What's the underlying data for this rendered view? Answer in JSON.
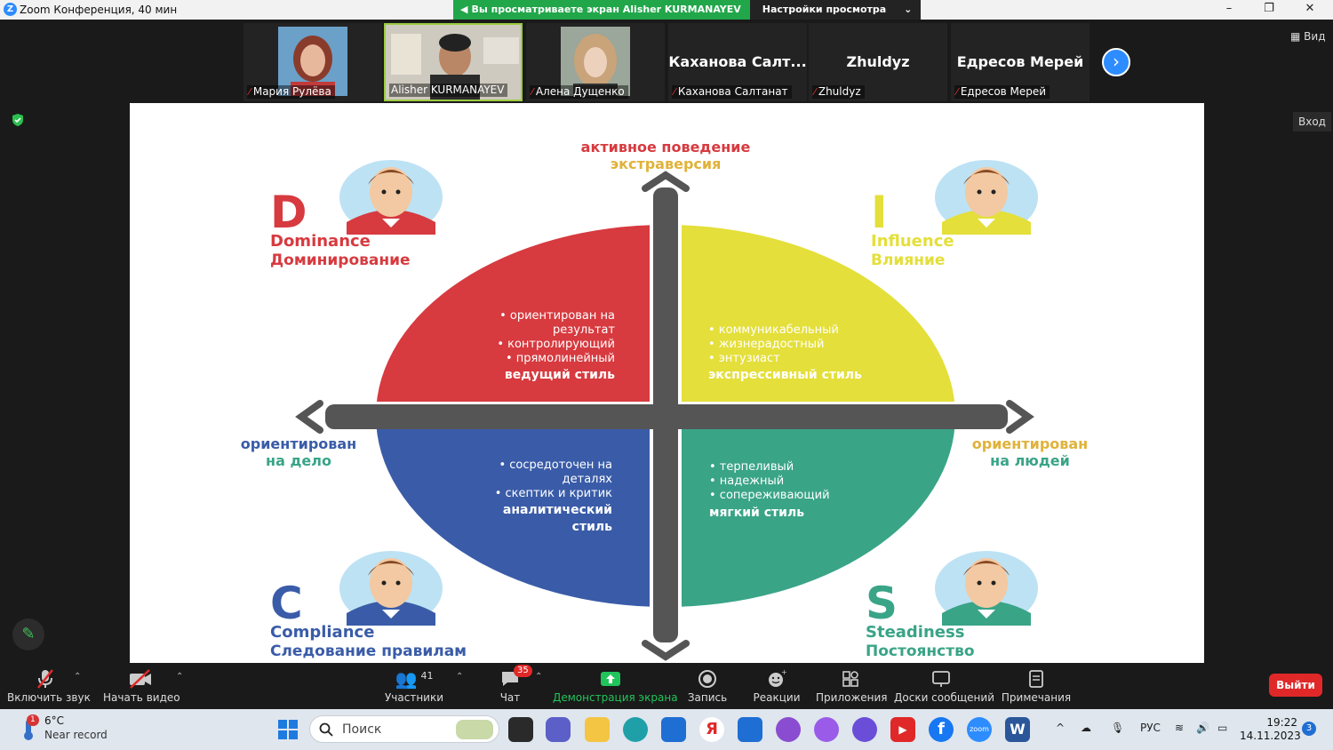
{
  "window": {
    "title": "Zoom Конференция, 40 мин",
    "minimize": "–",
    "restore": "❐",
    "close": "✕"
  },
  "share_banner": {
    "viewing_text": "Вы просматриваете экран Alisher KURMANAYEV",
    "options_label": "Настройки просмотра",
    "options_caret": "⌄"
  },
  "participants_strip": [
    {
      "name": "Мария Рулёва",
      "muted": true,
      "has_video": true
    },
    {
      "name": "Alisher KURMANAYEV",
      "muted": false,
      "has_video": true
    },
    {
      "name": "Алена Дущенко",
      "muted": true,
      "has_video": true
    },
    {
      "name": "Каханова Салтанат",
      "display": "Каханова Салт...",
      "muted": true,
      "has_video": false
    },
    {
      "name": "Zhuldyz",
      "display": "Zhuldyz",
      "muted": true,
      "has_video": false
    },
    {
      "name": "Едресов Мерей",
      "display": "Едресов Мерей",
      "muted": true,
      "has_video": false
    }
  ],
  "top_right": {
    "view_label": "Вид",
    "view_icon": "▦",
    "login_label": "Вход",
    "next_glyph": "›"
  },
  "slide": {
    "top_label_1": "активное поведение",
    "top_label_2": "экстраверсия",
    "left_label_1": "ориентирован",
    "left_label_2": "на дело",
    "right_label_1": "ориентирован",
    "right_label_2": "на людей",
    "quadrants": [
      {
        "letter": "D",
        "en": "Dominance",
        "ru": "Доминирование",
        "color": "#d73a3f",
        "items": [
          "• ориентирован на",
          "результат",
          "• контролирующий",
          "• прямолинейный"
        ],
        "style": "ведущий стиль"
      },
      {
        "letter": "I",
        "en": "Influence",
        "ru": "Влияние",
        "color": "#e4df3a",
        "items": [
          "• коммуникабельный",
          "• жизнерадостный",
          "• энтузиаст"
        ],
        "style": "экспрессивный стиль"
      },
      {
        "letter": "C",
        "en": "Compliance",
        "ru": "Следование правилам",
        "color": "#3a5ca8",
        "items": [
          "• сосредоточен на",
          "деталях",
          "• скептик и критик"
        ],
        "style_lines": [
          "аналитический",
          "стиль"
        ]
      },
      {
        "letter": "S",
        "en": "Steadiness",
        "ru": "Постоянство",
        "color": "#3aa487",
        "items": [
          "• терпеливый",
          "• надежный",
          "• сопереживающий"
        ],
        "style": "мягкий стиль"
      }
    ]
  },
  "toolbar": {
    "unmute": "Включить звук",
    "start_video": "Начать видео",
    "participants": "Участники",
    "participants_count": "41",
    "chat": "Чат",
    "chat_badge": "35",
    "share": "Демонстрация экрана",
    "record": "Запись",
    "reactions": "Реакции",
    "apps": "Приложения",
    "whiteboards": "Доски сообщений",
    "notes": "Примечания",
    "leave": "Выйти",
    "caret": "⌃"
  },
  "taskbar": {
    "weather_temp": "6°C",
    "weather_status": "Near record",
    "weather_badge": "1",
    "search_placeholder": "Поиск",
    "lang": "РУС",
    "time": "19:22",
    "date": "14.11.2023",
    "notif_count": "3",
    "tray_up": "^"
  }
}
